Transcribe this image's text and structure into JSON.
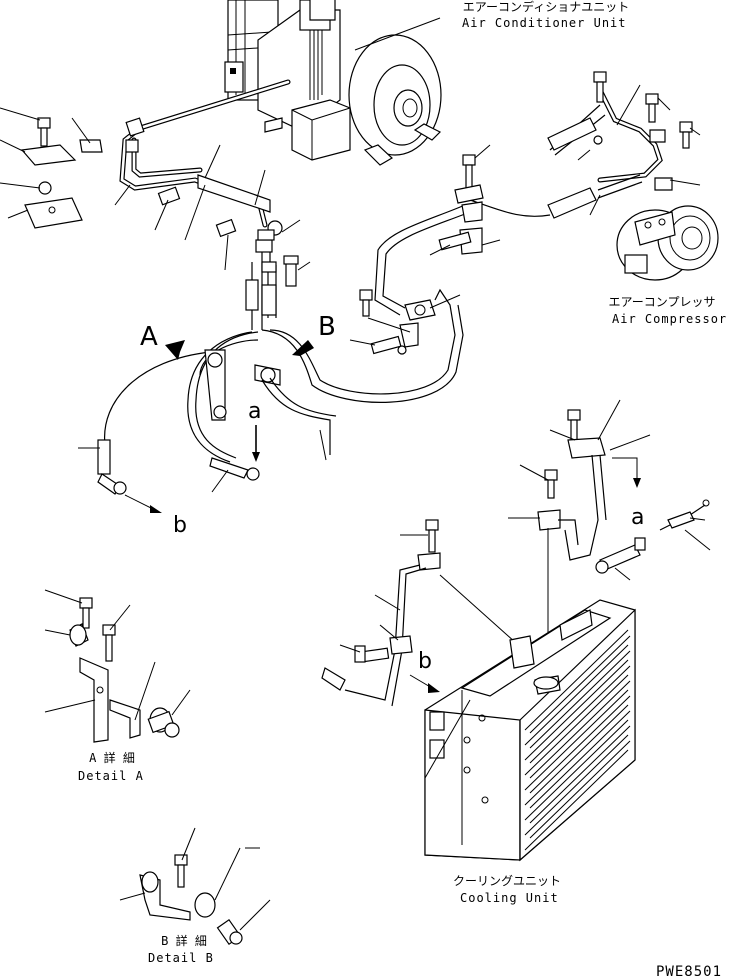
{
  "labels": {
    "air_conditioner_unit_jp": "エアーコンディショナユニット",
    "air_conditioner_unit_en": "Air Conditioner Unit",
    "air_compressor_jp": "エアーコンプレッサ",
    "air_compressor_en": "Air Compressor",
    "cooling_unit_jp": "クーリングユニット",
    "cooling_unit_en": "Cooling Unit",
    "detail_a_jp": "A 詳 細",
    "detail_a_en": "Detail A",
    "detail_b_jp": "B 詳 細",
    "detail_b_en": "Detail B",
    "view_a": "A",
    "view_b": "B",
    "ref_a_top": "a",
    "ref_b_left": "b",
    "ref_a_right": "a",
    "ref_b_cooling": "b",
    "drawing_code": "PWE8501"
  }
}
